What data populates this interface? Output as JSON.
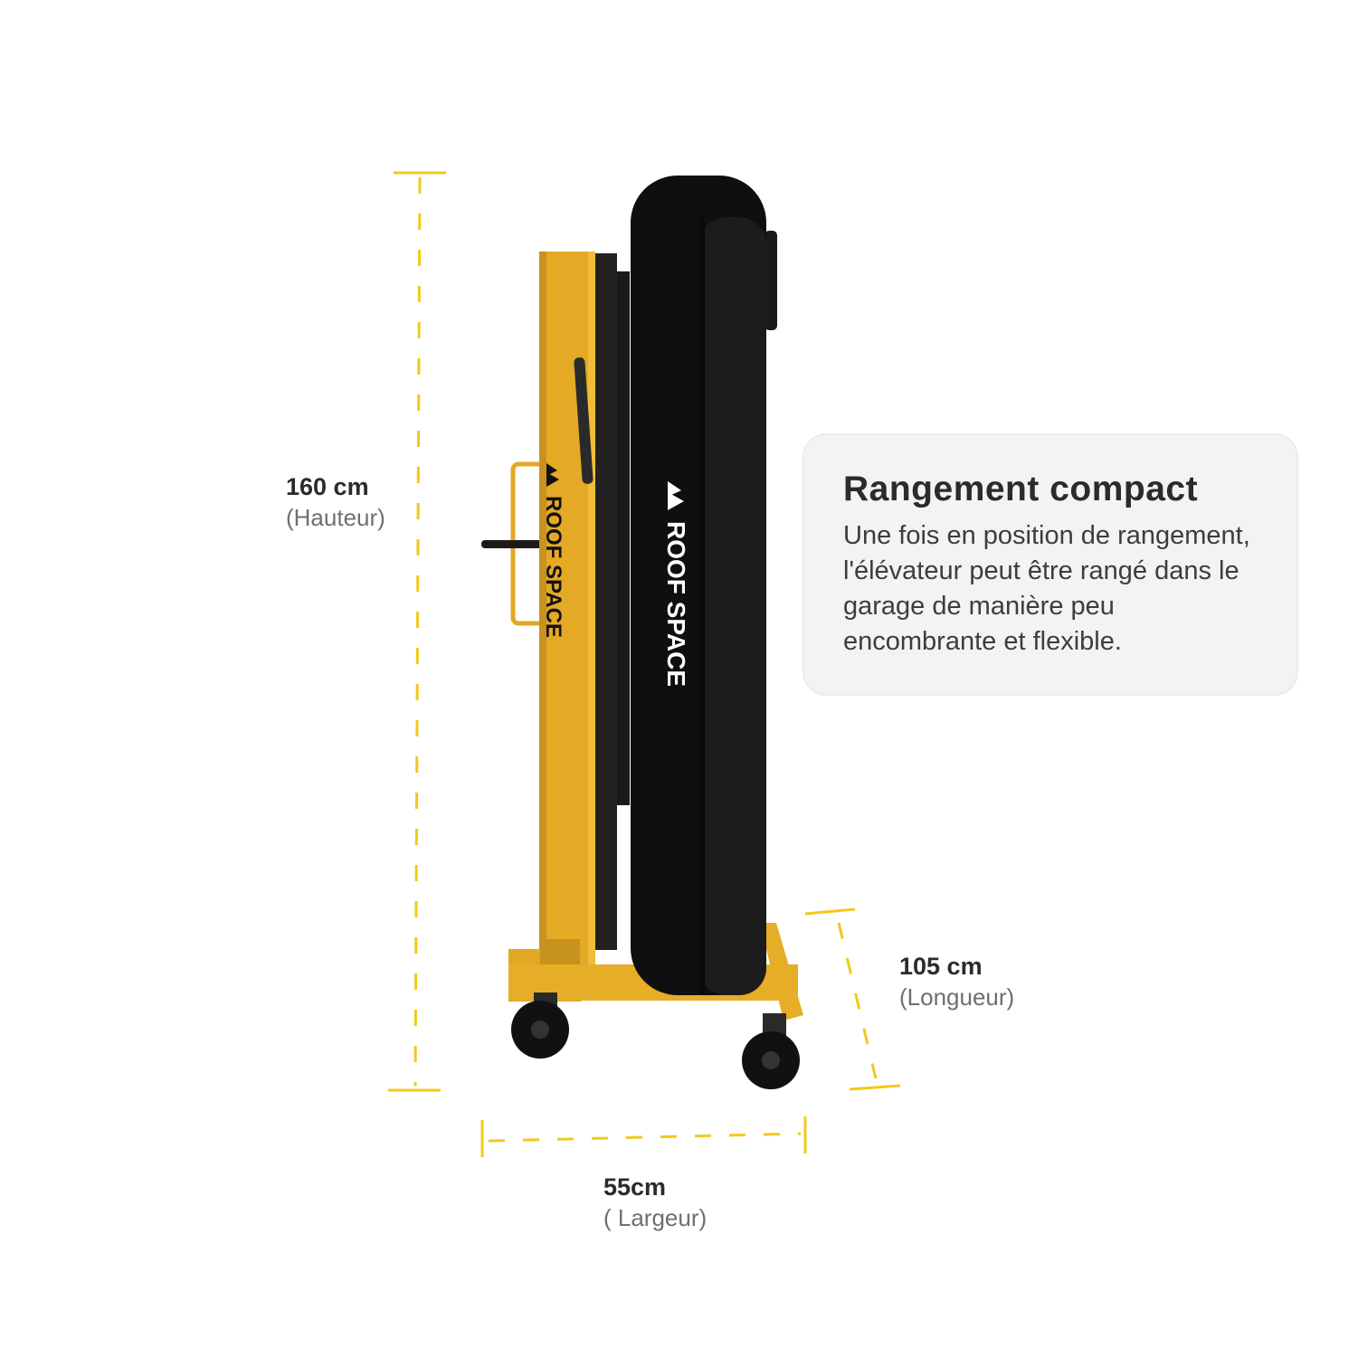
{
  "dimensions": {
    "height": {
      "value": "160 cm",
      "name": "(Hauteur)"
    },
    "length": {
      "value": "105 cm",
      "name": "(Longueur)"
    },
    "width": {
      "value": "55cm",
      "name": "( Largeur)"
    }
  },
  "card": {
    "title": "Rangement compact",
    "body": "Une fois en position de rangement, l'élévateur peut être rangé dans le garage de manière peu encombrante et flexible."
  },
  "product": {
    "brand_frame": "ROOF SPACE",
    "brand_tent": "ROOF SPACE"
  },
  "colors": {
    "accent_yellow": "#f2c81c",
    "frame_yellow": "#e1a823",
    "tent_black": "#0f0f0f",
    "text_dark": "#2b2b2b",
    "text_muted": "#6f6f6f",
    "card_bg": "#f3f3f3"
  }
}
